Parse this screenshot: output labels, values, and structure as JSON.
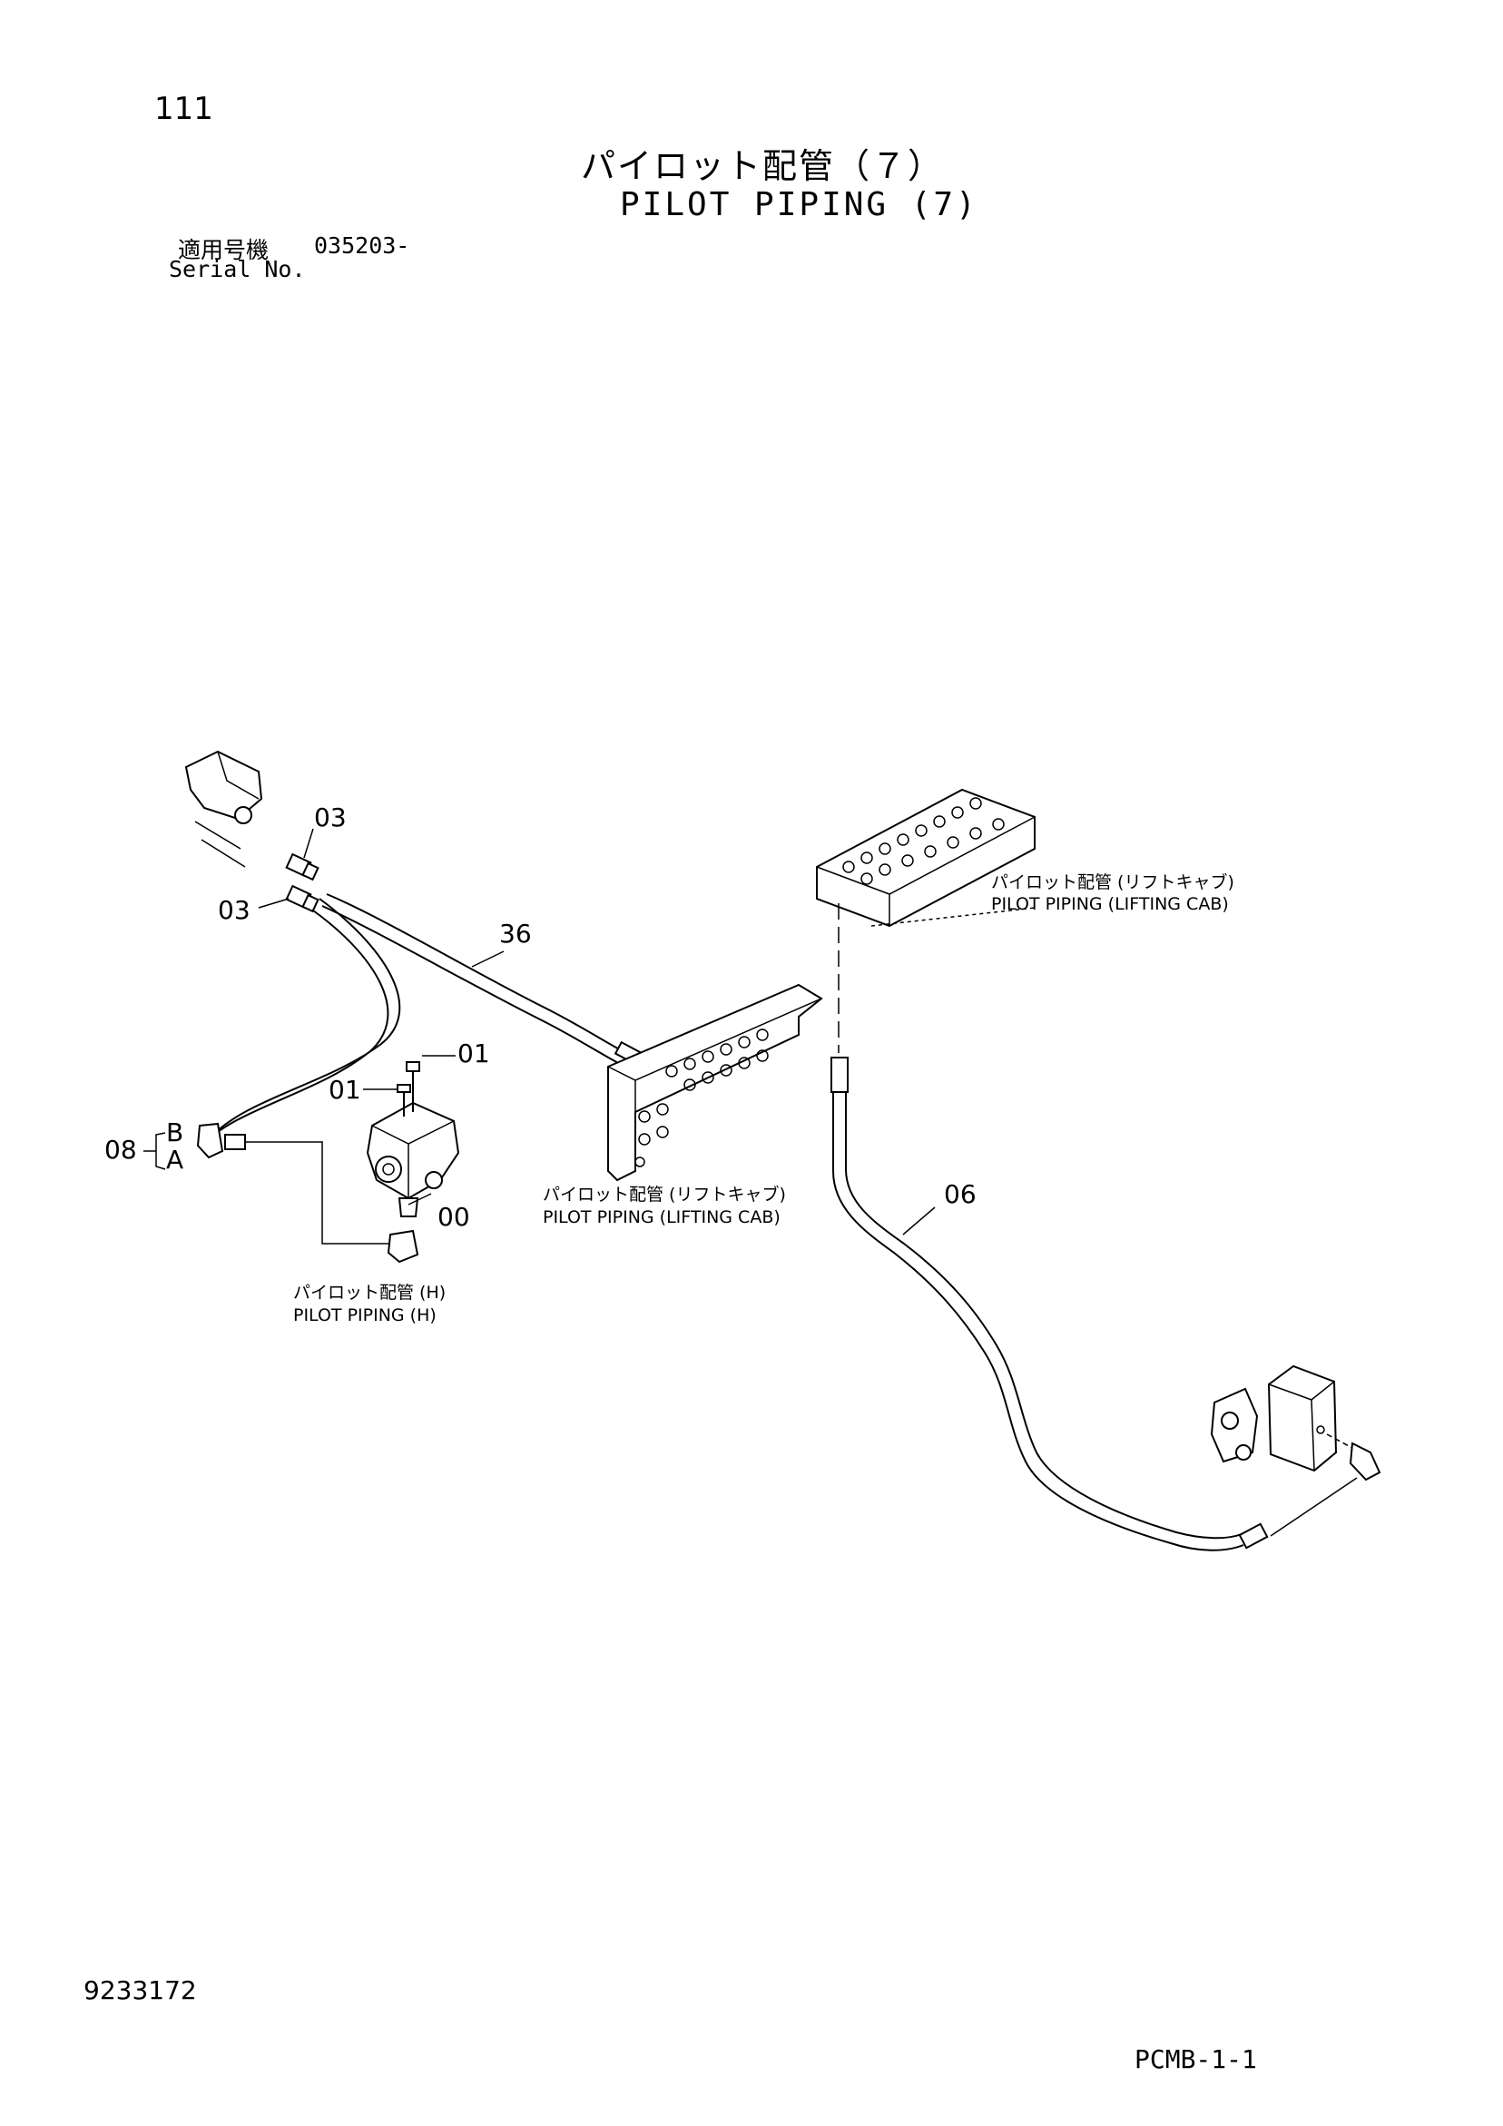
{
  "header": {
    "page_number": "111",
    "title_jp": "パイロット配管（７）",
    "title_en": "PILOT PIPING (7)",
    "serial_label_jp": "適用号機",
    "serial_value": "035203-",
    "serial_label_en": "Serial No."
  },
  "callouts": {
    "c03_top": "03",
    "c03_bottom": "03",
    "c36": "36",
    "c01_right": "01",
    "c01_left": "01",
    "c08": "08",
    "port_b": "B",
    "port_a": "A",
    "c00": "00",
    "c06": "06"
  },
  "notes": {
    "lifting_cab_upper_jp": "パイロット配管 (リフトキャブ)",
    "lifting_cab_upper_en": "PILOT PIPING (LIFTING CAB)",
    "lifting_cab_mid_jp": "パイロット配管 (リフトキャブ)",
    "lifting_cab_mid_en": "PILOT PIPING (LIFTING CAB)",
    "pilot_h_jp": "パイロット配管 (H)",
    "pilot_h_en": "PILOT PIPING (H)"
  },
  "footer": {
    "doc_number": "9233172",
    "sheet_code": "PCMB-1-1"
  }
}
